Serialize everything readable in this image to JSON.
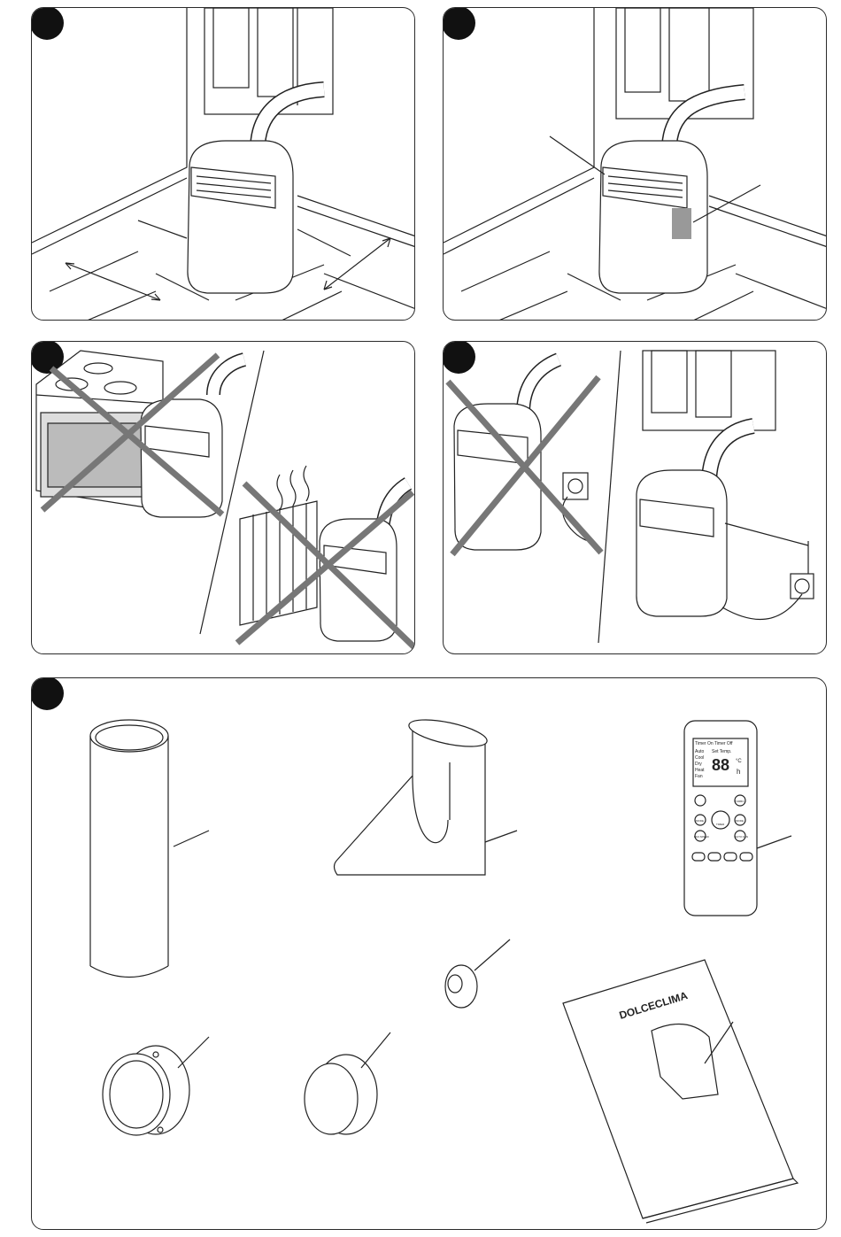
{
  "remote": {
    "indicators": "Timer On  Timer Off",
    "modes": [
      "Auto",
      "Cool",
      "Dry",
      "Heat",
      "Fan"
    ],
    "set_temp_label": "Set Temp.",
    "temp_digits": "88",
    "temp_unit": "°C",
    "hour_unit": "h",
    "buttons": {
      "turbo": "TURBO",
      "mode": "MODE",
      "mode2": "MODE",
      "fan_speed": "FAN SPEED",
      "timer": "TIMER",
      "auto": "AUTO FAN"
    }
  },
  "manual": {
    "brand": "DOLCECLIMA"
  }
}
